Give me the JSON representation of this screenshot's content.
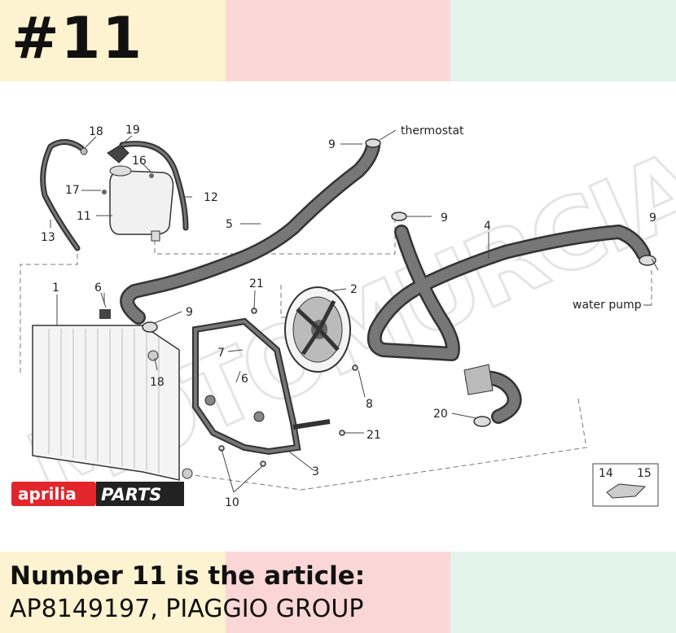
{
  "header": {
    "title": "#11"
  },
  "diagram": {
    "labels": {
      "p1": "1",
      "p2": "2",
      "p3": "3",
      "p4": "4",
      "p5": "5",
      "p6a": "6",
      "p6b": "6",
      "p7": "7",
      "p8": "8",
      "p9a": "9",
      "p9b": "9",
      "p9c": "9",
      "p9d": "9",
      "p10": "10",
      "p11": "11",
      "p12": "12",
      "p13": "13",
      "p14": "14",
      "p15": "15",
      "p16": "16",
      "p17": "17",
      "p18a": "18",
      "p18b": "18",
      "p19": "19",
      "p20": "20",
      "p21a": "21",
      "p21b": "21",
      "thermostat": "thermostat",
      "water_pump": "water pump"
    },
    "watermark": "MOTOMURCIA",
    "brand": {
      "name": "aprilia",
      "suffix": "PARTS"
    }
  },
  "caption": {
    "line1": "Number 11 is the article:",
    "line2": "AP8149197, PIAGGIO GROUP"
  }
}
